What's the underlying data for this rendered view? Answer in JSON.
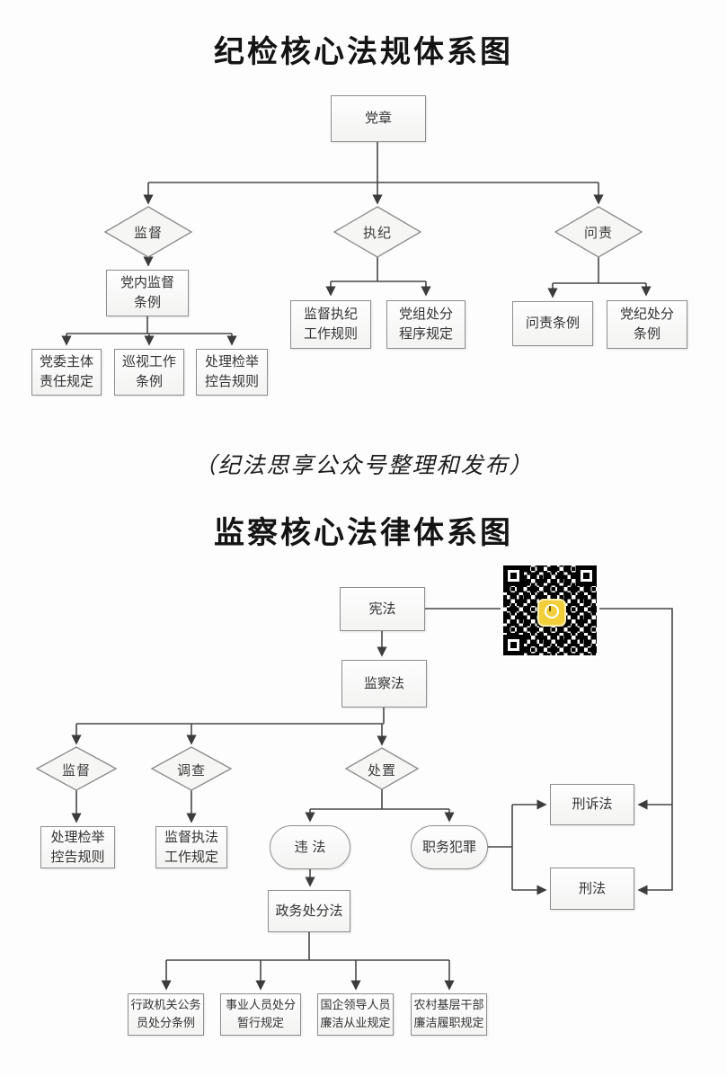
{
  "chart1": {
    "title": "纪检核心法规体系图",
    "nodes": {
      "root": "党章",
      "supervise": "监督",
      "discipline": "执纪",
      "accountability": "问责",
      "inner_supervision": "党内监督\n条例",
      "committee_duty": "党委主体\n责任规定",
      "inspection_rules": "巡视工作\n条例",
      "report_handling": "处理检举\n控告规则",
      "discipline_work_rules": "监督执纪\n工作规则",
      "group_punishment": "党组处分\n程序规定",
      "accountability_rules": "问责条例",
      "party_punishment": "党纪处分\n条例"
    }
  },
  "note": "（纪法思享公众号整理和发布）",
  "chart2": {
    "title": "监察核心法律体系图",
    "nodes": {
      "constitution": "宪法",
      "supervision_law": "监察法",
      "supervise": "监督",
      "investigate": "调查",
      "dispose": "处置",
      "report_handling": "处理检举\n控告规则",
      "law_enforcement": "监督执法\n工作规定",
      "illegal": "违 法",
      "duty_crime": "职务犯罪",
      "gov_sanction_law": "政务处分法",
      "civil_servant": "行政机关公务\n员处分条例",
      "public_institution": "事业人员处分\n暂行规定",
      "soe_leader": "国企领导人员\n廉洁从业规定",
      "rural_cadre": "农村基层干部\n廉洁履职规定",
      "criminal_procedure": "刑诉法",
      "criminal_law": "刑法"
    }
  },
  "colors": {
    "line": "#474747",
    "box_border": "#8e8e8e",
    "qr_logo_yellow": "#f2cf3a"
  }
}
